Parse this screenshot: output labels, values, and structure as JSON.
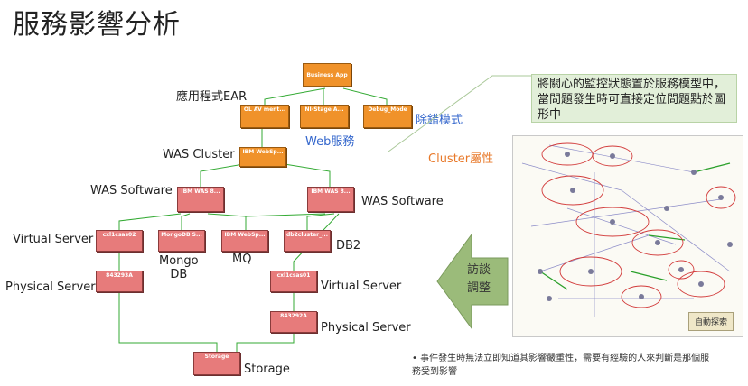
{
  "title": "服務影響分析",
  "nodes": {
    "top": "Business App",
    "ear1": "OL AV ment...",
    "ear2": "NI-Stage A...",
    "ear3": "Debug_Mode",
    "cluster": "IBM WebSp...",
    "was_left": "IBM WAS 8...",
    "was_right": "IBM WAS 8...",
    "vs_left": "cxl1csas02",
    "mongo": "MongoDB S...",
    "mq": "IBM WebSp...",
    "db2": "db2cluster_...",
    "ps_left": "843293A",
    "vs_right": "cxl1csas01",
    "ps_right": "843292A",
    "storage": "Storage"
  },
  "labels": {
    "ear": "應用程式EAR",
    "web_service": "Web服務",
    "debug_mode": "除錯模式",
    "was_cluster": "WAS Cluster",
    "cluster_attr": "Cluster屬性",
    "was_software_left": "WAS Software",
    "was_software_right": "WAS Software",
    "virtual_server_left": "Virtual Server",
    "mongo_db": "Mongo\nDB",
    "mq": "MQ",
    "db2": "DB2",
    "physical_server_left": "Physical Server",
    "virtual_server_right": "Virtual Server",
    "physical_server_right": "Physical Server",
    "storage": "Storage"
  },
  "callout": "將關心的監控狀態置於服務模型中，當問題發生時可直接定位問題點於圖形中",
  "arrow_text": "訪談\n調整",
  "bullet": "事件發生時無法立即知道其影響嚴重性，需要有經驗的人來判斷是那個服務受到影響",
  "auto_explore_button": "自動探索",
  "colors": {
    "node_red": "#e77b7b",
    "node_orange": "#f0922a",
    "link_green": "#33aa33",
    "callout_bg": "#e2efd9"
  }
}
